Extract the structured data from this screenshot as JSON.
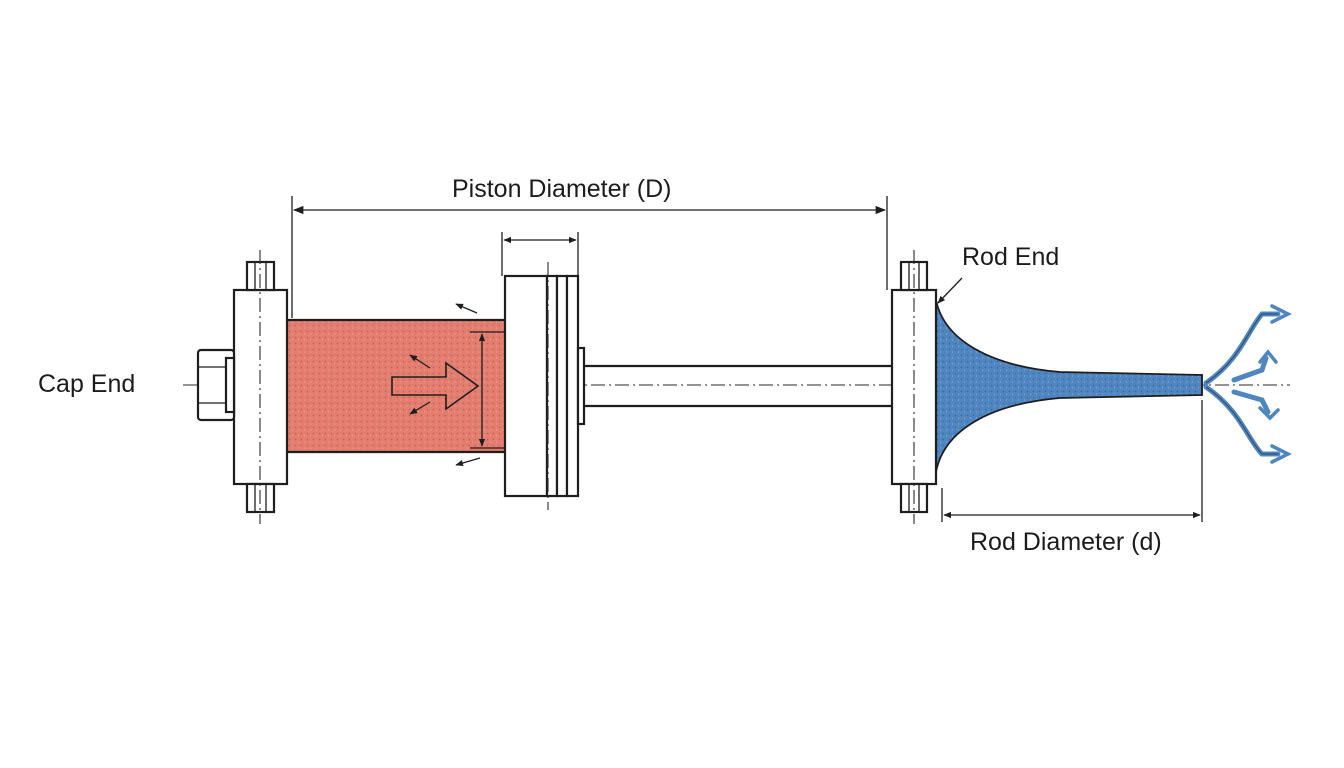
{
  "labels": {
    "piston_diameter": "Piston Diameter (D)",
    "rod_end": "Rod End",
    "cap_end": "Cap End",
    "rod_diameter": "Rod Diameter (d)"
  },
  "colors": {
    "fluid_cap_side": "#e27d70",
    "fluid_rod_side": "#4f86c0",
    "line": "#1e1e1e"
  }
}
